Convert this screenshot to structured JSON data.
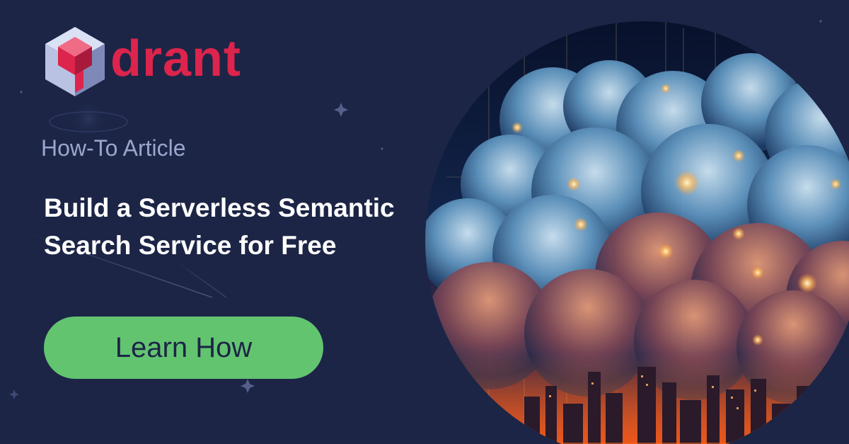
{
  "brand": {
    "name": "drant",
    "icon": "qdrant-cube-logo-icon",
    "color": "#dc244c"
  },
  "content": {
    "category": "How-To Article",
    "headline_lines": [
      "Build a Serverless Semantic",
      "Search Service for Free"
    ]
  },
  "cta": {
    "label": "Learn How",
    "color": "#63c470"
  },
  "hero": {
    "icon": "cloud-city-illustration"
  },
  "colors": {
    "background": "#1c2546",
    "subtitle": "#9aa6cc",
    "headline": "#ffffff"
  }
}
